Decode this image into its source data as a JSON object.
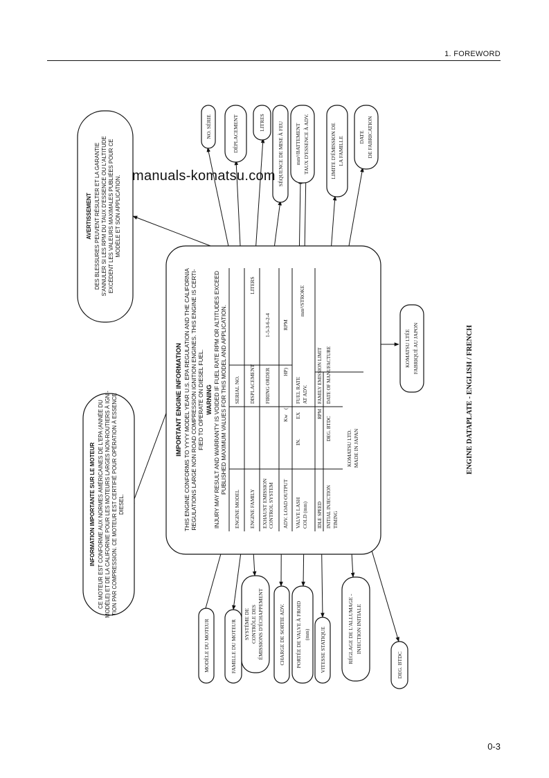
{
  "header": {
    "section_title": "1. FOREWORD"
  },
  "watermark": "manuals-komatsu.com",
  "page_number": "0-3",
  "figure": {
    "caption": "ENGINE DATAPLATE - ENGLISH / FRENCH",
    "plate": {
      "title": "IMPORTANT ENGINE INFORMATION",
      "intro_lines": [
        "THIS ENGINE CONFORMS TO YYYY MODEL YEAR U.S. EPA REGULATION AND THE CALIFORNIA",
        "REGULATIONS LARGE NON ROAD COMPRESSION IGNITION ENGINES. THIS ENGINE IS CERTI-",
        "FIED TO OPERATE ON DIESEL FUEL."
      ],
      "warning_title": "WARNING",
      "warning_lines": [
        "INJURY MAY RESULT AND WARRANTY IS VOIDED IF FUEL RATE RPM OR ALTITUDES EXCEED",
        "PUBLISHED MAXIMUM VALUES FOR THIS MODEL AND APPLICATION."
      ],
      "rows": [
        {
          "label": "ENGINE MODEL",
          "mid": "SERIAL NO.",
          "right": ""
        },
        {
          "label": "ENGINE FAMILY",
          "mid": "DISPLACEMENT",
          "right": "LITERS"
        },
        {
          "label": "EXHAUST EMISSION",
          "label2": "CONTROL SYSTEM",
          "mid": "FIRING ORDER",
          "right": "1-5-3-6-2-4"
        },
        {
          "label": "ADV. LOAD OUTPUT",
          "kw": "Kw",
          "paren": "(",
          "hp": "HP)",
          "right": "RPM"
        },
        {
          "label": "VALVE LASH",
          "label2": "COLD (mm)",
          "in": "IN.",
          "ex": "EX",
          "mid": "FUEL RATE",
          "mid2": "AT ADV.",
          "right": "mm³/STROKE"
        },
        {
          "label": "IDLE SPEED",
          "rpm": "RPM",
          "mid": "FAMILY EMISSION LIMIT"
        },
        {
          "label": "INITIAL INJECTION",
          "label2": "TIMING",
          "deg": "DEG. BTDC",
          "mid": "DATE OF MANUFACTURE"
        }
      ],
      "maker": "KOMATSU LTD.",
      "origin": "MADE IN JAPAN"
    },
    "callouts_top": [
      {
        "lines": [
          "NO. SÉRIE"
        ]
      },
      {
        "lines": [
          "DÉPLACEMENT"
        ]
      },
      {
        "lines": [
          "LITRES"
        ]
      },
      {
        "lines": [
          "SÉQUENCE DE MISE À FEU"
        ]
      },
      {
        "lines": [
          "mm³/BATTEMENT",
          "TAUX D'ESSENCE À ADV."
        ]
      },
      {
        "lines": [
          "LIMITE D'ÉMISSION DE",
          "LA FAMILLE"
        ]
      },
      {
        "lines": [
          "DATE",
          "DE FABRICATION"
        ]
      }
    ],
    "callouts_bottom": [
      {
        "lines": [
          "MODÈLE DU MOTEUR"
        ]
      },
      {
        "lines": [
          "FAMILLE DU MOTEUR"
        ]
      },
      {
        "lines": [
          "SYSTÈME DE",
          "CONTRÔLE DES",
          "ÉMISSIONS D'ÉCHAPPEMENT"
        ]
      },
      {
        "lines": [
          "CHARGE DE SORTIE ADV."
        ]
      },
      {
        "lines": [
          "PORTÉE DE VALVE À FROID",
          "(mm)"
        ]
      },
      {
        "lines": [
          "VITESSE STATIQUE"
        ]
      },
      {
        "lines": [
          "RÉGLAGE DE L'ALLUMAGE -",
          "INJECTION INITIALE"
        ]
      },
      {
        "lines": [
          "DEG. BTDC"
        ]
      }
    ],
    "french_warning": {
      "title": "AVERTISSEMENT",
      "lines": [
        "DES BLESSURES PEUVENT RÉSULTER ET LA GARANTIE",
        "S'ANNULER SI LES RPM DU TAUX D'ESSENCE OU L'ALTITUDE",
        "EXCÈDENT LES VALEURS MAXIMALES PUBLIÉES POUR CE",
        "MODÈLE ET SON APPLICATION."
      ]
    },
    "french_info": {
      "title": "INFORMATION IMPORTANTE SUR LE MOTEUR",
      "lines": [
        "CE MOTEUR EST CONFORME AUX NORMES AMÉRICAINES DE L'EPA (ANNÉE DU",
        "MODÈLE) ET DE LA CALIFORNIE POUR LES MOTEURS LARGES NON-ROUTIERS À IGNI-",
        "TION PAR COMPRESSION.  CE MOTEUR EST CERTIFIÉ POUR OPÉRATION À ESSENCE",
        "DIESEL."
      ]
    },
    "french_maker": [
      "KOMATSU LTÉE",
      "FABRIQUÉ AU JAPON"
    ]
  }
}
